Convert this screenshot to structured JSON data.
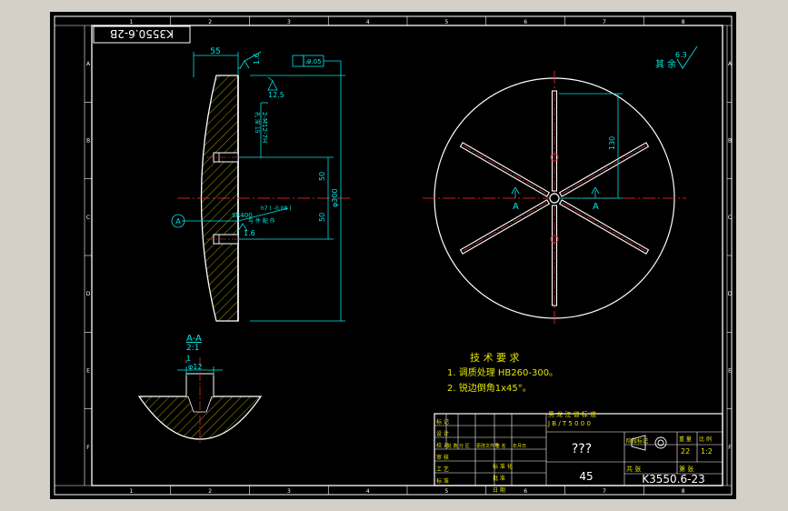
{
  "drawing": {
    "title_box": "K3550.6-2B",
    "part_number": "K3550.6-23",
    "part_name": "???",
    "material_code": "45",
    "standard_line1": "黑 龙 江 省 标 准",
    "standard_line2": "J B / T 5 0 0 0",
    "roughness_rest_label": "其 余",
    "roughness_rest_value": "6.3"
  },
  "border": {
    "top_zones": [
      "1",
      "2",
      "3",
      "4",
      "5",
      "6",
      "7",
      "8"
    ],
    "bottom_zones": [
      "1",
      "2",
      "3",
      "4",
      "5",
      "6",
      "7",
      "8"
    ],
    "left_zones": [
      "A",
      "B",
      "C",
      "D",
      "E",
      "F"
    ],
    "right_zones": [
      "A",
      "B",
      "C",
      "D",
      "E",
      "F"
    ]
  },
  "side_view": {
    "dim_top_width": "55",
    "roughness_a": "1.6",
    "roughness_b": "12.5",
    "flatness_value": "0.05",
    "hole_note": "2-M12-7H",
    "hole_note_sub": "孔 深 15",
    "dim_half_upper": "50",
    "dim_half_lower": "50",
    "dim_diameter": "φ300",
    "sphere_radius": "SR400",
    "tolerance_note": "h7 ( -0.08 )",
    "material_note": "与 件 配 作",
    "roughness_c": "1.6",
    "datum_label": "A"
  },
  "section": {
    "title": "A-A",
    "scale": "2:1",
    "dim_width": "φ12",
    "dim_top": "1"
  },
  "front_view": {
    "dim_spoke": "130",
    "section_mark_left": "A",
    "section_mark_right": "A"
  },
  "tech": {
    "heading": "技 术 要 求",
    "req1": "1. 调质处理 HB260-300。",
    "req2": "2. 锐边倒角1x45°。"
  },
  "title_block": {
    "row_labels": [
      "标 记",
      "设 计",
      "校 对",
      "审 核",
      "工 艺",
      "标 准"
    ],
    "col_labels": [
      "处 数",
      "分 区",
      "更改文件号",
      "签 名",
      "年月日"
    ],
    "approve_labels": [
      "标 准 化",
      "批 准",
      "日 期"
    ],
    "stage_label": "阶段标记",
    "weight_label": "重 量",
    "scale_label": "比 例",
    "weight_value": "22",
    "scale_value": "1:2",
    "sheet_total": "共 张",
    "sheet_no": "第 张"
  }
}
